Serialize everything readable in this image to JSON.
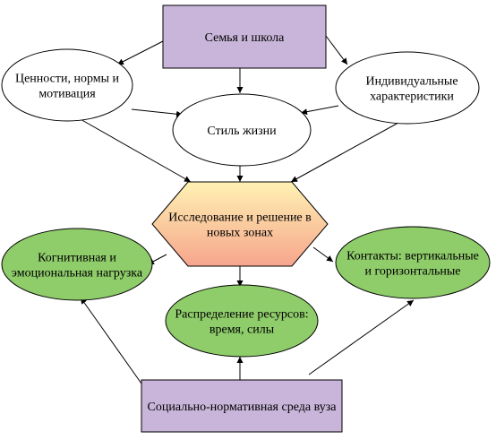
{
  "colors": {
    "rect_fill": "#c8b5d9",
    "ellipse_white": "#ffffff",
    "ellipse_green": "#8fcc6a",
    "hex_top": "#fff2b3",
    "hex_bottom": "#f6a58c",
    "line": "#000000"
  },
  "nodes": {
    "family": {
      "lines": [
        "Семья и школа"
      ]
    },
    "values": {
      "lines": [
        "Ценности, нормы и",
        "мотивация"
      ]
    },
    "individual": {
      "lines": [
        "Индивидуальные",
        "характеристики"
      ]
    },
    "lifestyle": {
      "lines": [
        "Стиль жизни"
      ]
    },
    "research": {
      "lines": [
        "Исследование и решение в",
        "новых зонах"
      ]
    },
    "cognitive": {
      "lines": [
        "Когнитивная и",
        "эмоциональная нагрузка"
      ]
    },
    "contacts": {
      "lines": [
        "Контакты: вертикальные",
        "и горизонтальные"
      ]
    },
    "resources": {
      "lines": [
        "Распределение ресурсов:",
        "время, силы"
      ]
    },
    "environment": {
      "lines": [
        "Социально-нормативная среда вуза"
      ]
    }
  }
}
